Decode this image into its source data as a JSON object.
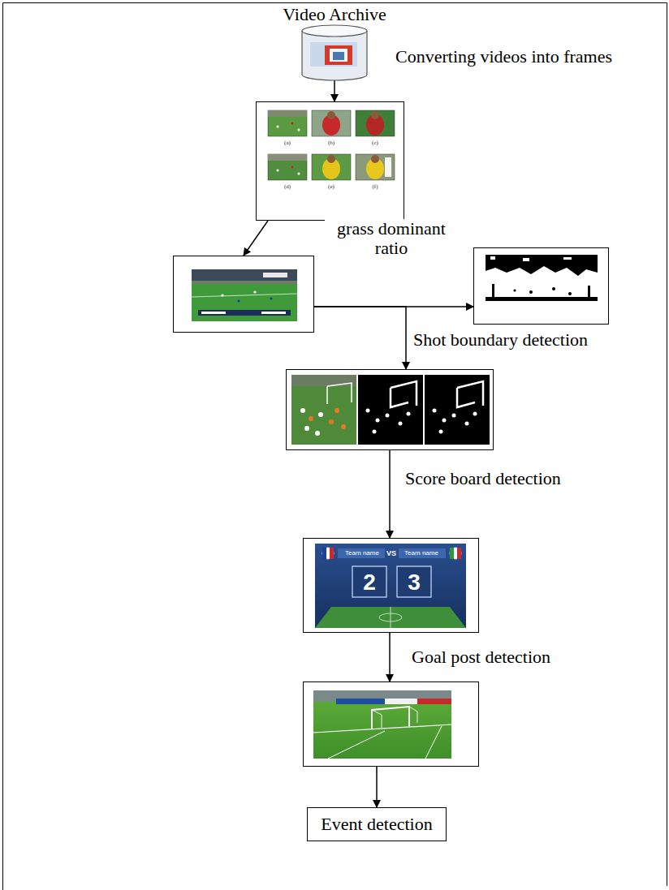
{
  "diagram": {
    "nodes": [
      {
        "text": [
          "Video Archive"
        ]
      },
      {
        "text": [
          "(a)",
          "(b)",
          "(c)",
          "(d)",
          "(e)",
          "(f)"
        ]
      },
      {
        "text": []
      },
      {
        "text": []
      },
      {
        "text": []
      },
      {
        "text": [
          "Team name",
          "VS",
          "Team name",
          "2",
          "3"
        ]
      },
      {
        "text": []
      },
      {
        "text": [
          "Event detection"
        ]
      }
    ],
    "edges": [
      {
        "from": 0,
        "to": 1,
        "label": "Converting videos into frames",
        "arrow": "to"
      },
      {
        "from": 1,
        "to": 2,
        "label": "grass dominant ratio",
        "arrow": "to"
      },
      {
        "from": 2,
        "to": 3,
        "arrow": "to"
      },
      {
        "from": 2,
        "to": 4,
        "label": "Shot boundary detection",
        "arrow": "to"
      },
      {
        "from": 4,
        "to": 5,
        "label": "Score board detection",
        "arrow": "to"
      },
      {
        "from": 5,
        "to": 6,
        "label": "Goal post detection",
        "arrow": "to"
      },
      {
        "from": 6,
        "to": 7,
        "arrow": "to"
      }
    ]
  }
}
